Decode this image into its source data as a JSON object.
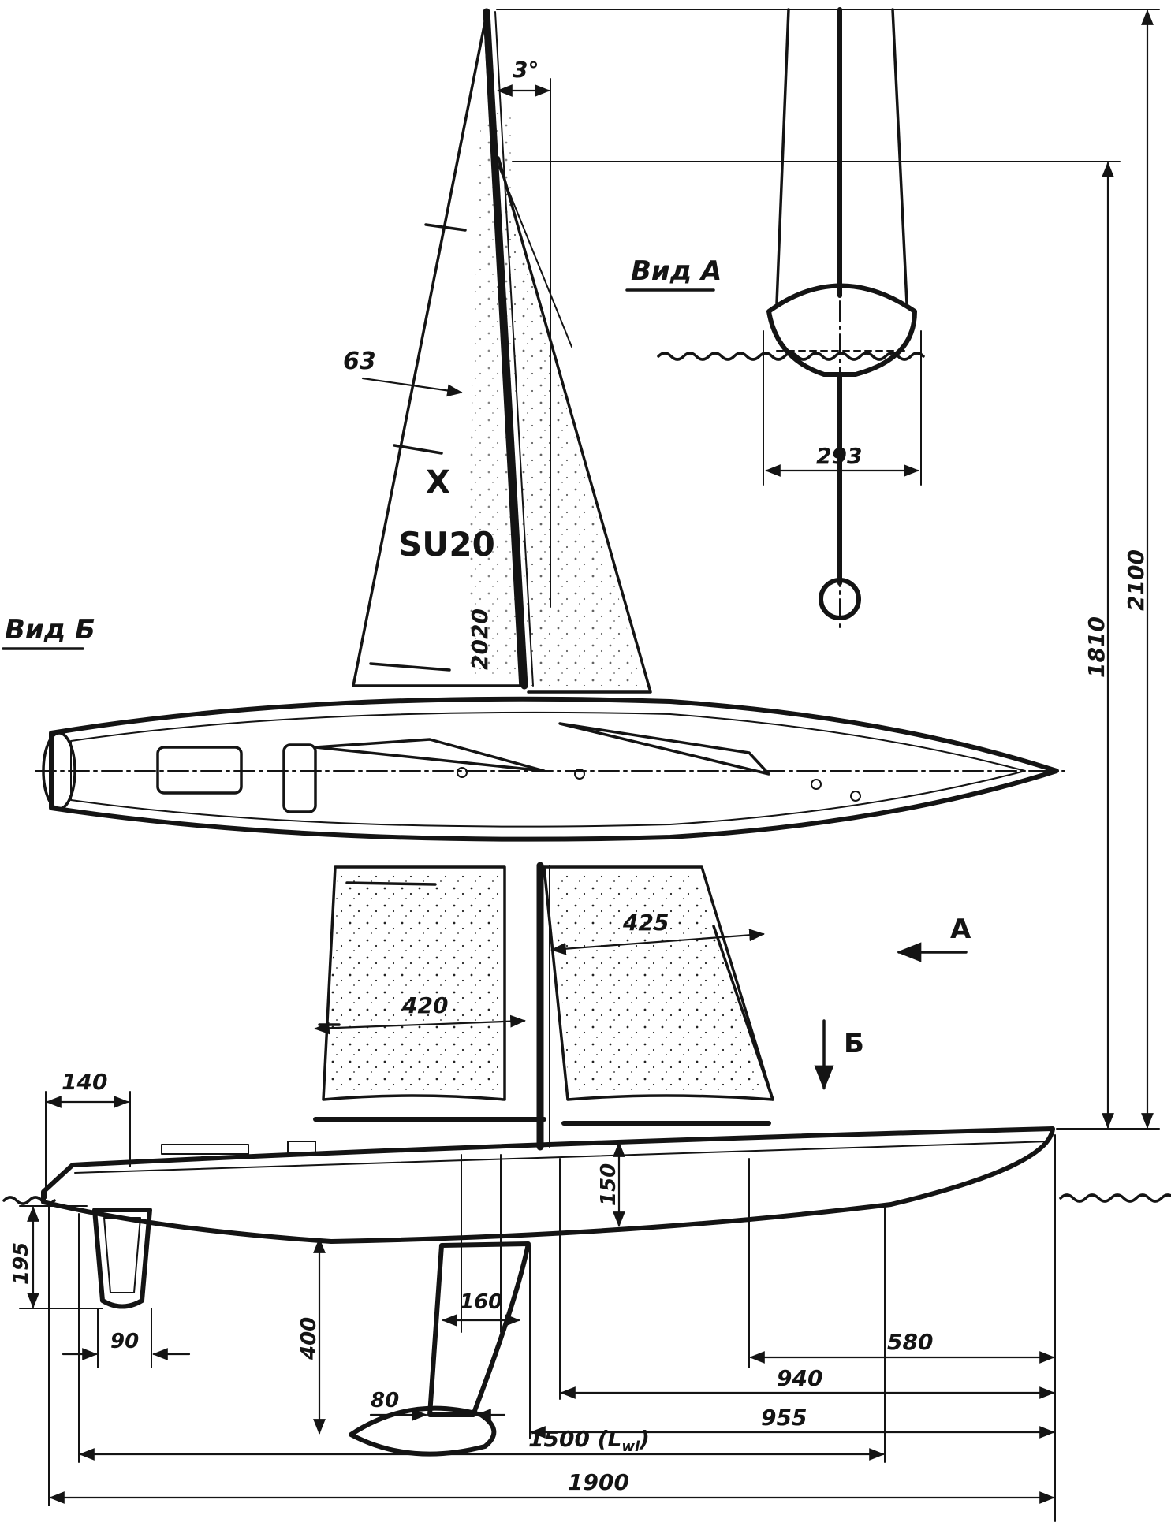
{
  "views": {
    "view_a_label": "Вид А",
    "view_b_label": "Вид Б",
    "arrow_a_label": "А",
    "arrow_b_label": "Б"
  },
  "sail": {
    "sail_letter": "X",
    "sail_number": "SU20"
  },
  "dimensions": {
    "mast_rake": "3°",
    "batten_offset": "63",
    "mainsail_luff": "2020",
    "hull_beam": "293",
    "height_from_deck": "1810",
    "overall_height": "2100",
    "jib_foot": "425",
    "main_foot": "420",
    "rudder_chord": "140",
    "rudder_depth": "195",
    "rudder_tip": "90",
    "freeboard": "150",
    "fin_root": "160",
    "fin_depth": "400",
    "fin_tip": "80",
    "dist_580": "580",
    "dist_940": "940",
    "dist_955": "955",
    "lwl": "1500 (L",
    "lwl_sub": "wl",
    "lwl_close": ")",
    "loa": "1900"
  }
}
